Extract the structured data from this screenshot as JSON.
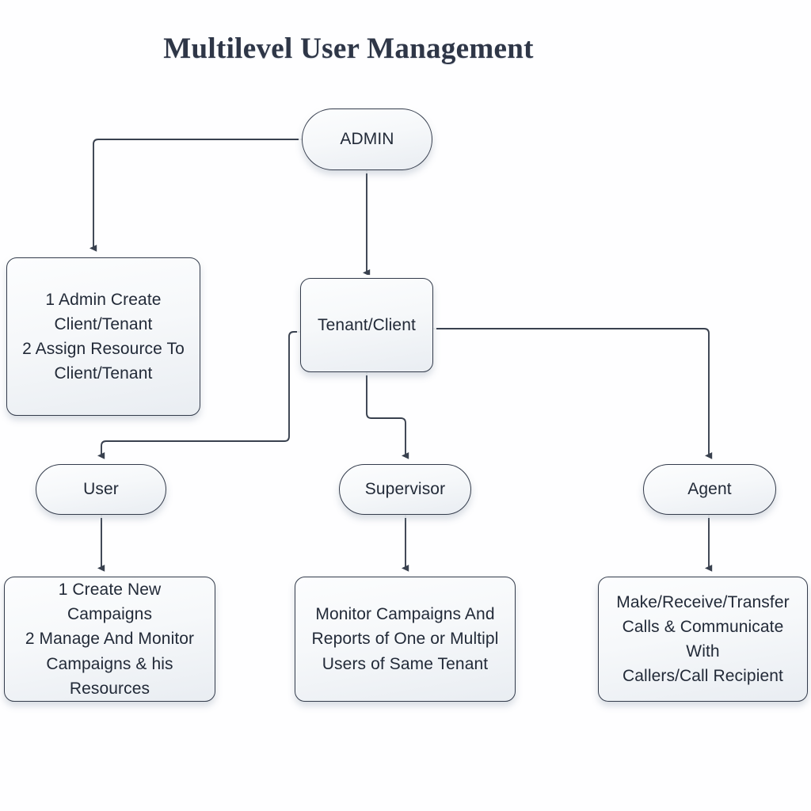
{
  "diagram": {
    "title": "Multilevel User Management",
    "background_color": "#fefeff",
    "node_border_color": "#343c4c",
    "node_text_color": "#222a38",
    "title_color": "#2e3647",
    "edge_color": "#39414f"
  },
  "nodes": {
    "admin": {
      "label": "ADMIN",
      "shape": "pill"
    },
    "tenant": {
      "label": "Tenant/Client",
      "shape": "rounded-rect"
    },
    "admin_desc": {
      "label": "1 Admin Create\nClient/Tenant\n2  Assign Resource To\nClient/Tenant",
      "shape": "rounded-rect"
    },
    "user": {
      "label": "User",
      "shape": "pill"
    },
    "supervisor": {
      "label": "Supervisor",
      "shape": "pill"
    },
    "agent": {
      "label": "Agent",
      "shape": "pill"
    },
    "user_desc": {
      "label": "1 Create New Campaigns\n2  Manage And Monitor\nCampaigns & his\nResources",
      "shape": "rounded-rect"
    },
    "supervisor_desc": {
      "label": "Monitor Campaigns And\nReports of One or Multipl\nUsers of Same Tenant",
      "shape": "rounded-rect"
    },
    "agent_desc": {
      "label": "Make/Receive/Transfer\nCalls & Communicate With\nCallers/Call Recipient",
      "shape": "rounded-rect"
    }
  },
  "edges": [
    {
      "from": "admin",
      "to": "admin_desc",
      "style": "elbow-left"
    },
    {
      "from": "admin",
      "to": "tenant",
      "style": "straight-down"
    },
    {
      "from": "tenant",
      "to": "user",
      "style": "elbow-left"
    },
    {
      "from": "tenant",
      "to": "supervisor",
      "style": "elbow-right"
    },
    {
      "from": "tenant",
      "to": "agent",
      "style": "elbow-right"
    },
    {
      "from": "user",
      "to": "user_desc",
      "style": "straight-down"
    },
    {
      "from": "supervisor",
      "to": "supervisor_desc",
      "style": "straight-down"
    },
    {
      "from": "agent",
      "to": "agent_desc",
      "style": "straight-down"
    }
  ]
}
